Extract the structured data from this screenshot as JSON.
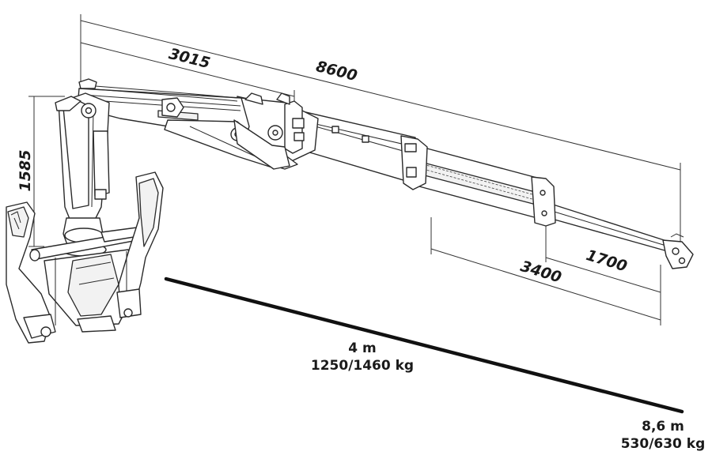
{
  "dimensions": {
    "d8600": "8600",
    "d3015": "3015",
    "d1585": "1585",
    "d3400": "3400",
    "d1700": "1700"
  },
  "reach": {
    "near_distance": "4 m",
    "near_load": "1250/1460 kg",
    "far_distance": "8,6 m",
    "far_load": "530/630 kg"
  },
  "colors": {
    "line": "#1a1a1a",
    "fill": "#ffffff"
  }
}
